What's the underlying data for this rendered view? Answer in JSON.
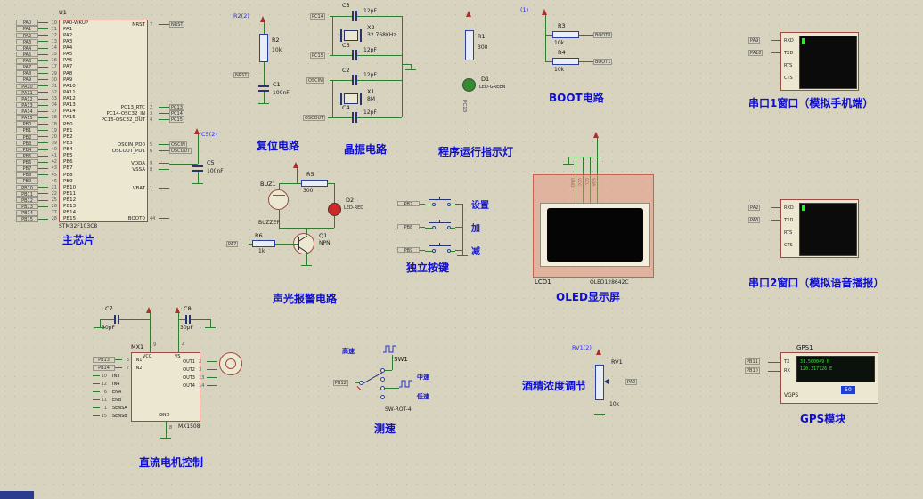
{
  "main_chip": {
    "ref": "U1",
    "part": "STM32F103C8",
    "caption": "主芯片",
    "left_pins": [
      {
        "term": "PA0",
        "num": "10",
        "name": "PA0-WKUP"
      },
      {
        "term": "PA1",
        "num": "11",
        "name": "PA1"
      },
      {
        "term": "PA2",
        "num": "12",
        "name": "PA2"
      },
      {
        "term": "PA3",
        "num": "13",
        "name": "PA3"
      },
      {
        "term": "PA4",
        "num": "14",
        "name": "PA4"
      },
      {
        "term": "PA5",
        "num": "15",
        "name": "PA5"
      },
      {
        "term": "PA6",
        "num": "16",
        "name": "PA6"
      },
      {
        "term": "PA7",
        "num": "17",
        "name": "PA7"
      },
      {
        "term": "PA8",
        "num": "29",
        "name": "PA8"
      },
      {
        "term": "PA9",
        "num": "30",
        "name": "PA9"
      },
      {
        "term": "PA10",
        "num": "31",
        "name": "PA10"
      },
      {
        "term": "PA11",
        "num": "32",
        "name": "PA11"
      },
      {
        "term": "PA12",
        "num": "33",
        "name": "PA12"
      },
      {
        "term": "PA13",
        "num": "34",
        "name": "PA13"
      },
      {
        "term": "PA14",
        "num": "37",
        "name": "PA14"
      },
      {
        "term": "PA15",
        "num": "38",
        "name": "PA15"
      },
      {
        "term": "PB0",
        "num": "18",
        "name": "PB0"
      },
      {
        "term": "PB1",
        "num": "19",
        "name": "PB1"
      },
      {
        "term": "PB2",
        "num": "20",
        "name": "PB2"
      },
      {
        "term": "PB3",
        "num": "39",
        "name": "PB3"
      },
      {
        "term": "PB4",
        "num": "40",
        "name": "PB4"
      },
      {
        "term": "PB5",
        "num": "41",
        "name": "PB5"
      },
      {
        "term": "PB6",
        "num": "42",
        "name": "PB6"
      },
      {
        "term": "PB7",
        "num": "43",
        "name": "PB7"
      },
      {
        "term": "PB8",
        "num": "45",
        "name": "PB8"
      },
      {
        "term": "PB9",
        "num": "46",
        "name": "PB9"
      },
      {
        "term": "PB10",
        "num": "21",
        "name": "PB10"
      },
      {
        "term": "PB11",
        "num": "22",
        "name": "PB11"
      },
      {
        "term": "PB12",
        "num": "25",
        "name": "PB12"
      },
      {
        "term": "PB13",
        "num": "26",
        "name": "PB13"
      },
      {
        "term": "PB14",
        "num": "27",
        "name": "PB14"
      },
      {
        "term": "PB15",
        "num": "28",
        "name": "PB15"
      }
    ],
    "right_pins": [
      {
        "name": "NRST",
        "num": "7",
        "ext": "NRST"
      },
      {
        "name": "PC13_RTC",
        "num": "2",
        "ext": "PC13"
      },
      {
        "name": "PC14-OSC32_IN",
        "num": "3",
        "ext": "PC14"
      },
      {
        "name": "PC15-OSC32_OUT",
        "num": "4",
        "ext": "PC15"
      },
      {
        "name": "OSCIN_PD0",
        "num": "5",
        "ext": "OSCIN"
      },
      {
        "name": "OSCOUT_PD1",
        "num": "6",
        "ext": "OSCOUT"
      },
      {
        "name": "VDDA",
        "num": "9",
        "ext": ""
      },
      {
        "name": "VSSA",
        "num": "8",
        "ext": ""
      },
      {
        "name": "VBAT",
        "num": "1",
        "ext": ""
      },
      {
        "name": "BOOT0",
        "num": "44",
        "ext": ""
      }
    ],
    "c5": {
      "ref": "C5",
      "value": "100nF",
      "net": "C5(2)"
    }
  },
  "reset": {
    "caption": "复位电路",
    "net": "R2(2)",
    "nrst": "NRST",
    "r2": {
      "ref": "R2",
      "value": "10k"
    },
    "c1": {
      "ref": "C1",
      "value": "100nF"
    }
  },
  "crystal": {
    "caption": "晶振电路",
    "pc14": "PC14",
    "pc15": "PC15",
    "oscin": "OSCIN",
    "oscout": "OSCOUT",
    "x2": {
      "ref": "X2",
      "value": "32.768KHz"
    },
    "x1": {
      "ref": "X1",
      "value": "8M"
    },
    "c3": {
      "ref": "C3",
      "value": "12pF"
    },
    "c6": {
      "ref": "C6",
      "value": "12pF"
    },
    "c2": {
      "ref": "C2",
      "value": "12pF"
    },
    "c4": {
      "ref": "C4",
      "value": "12pF"
    }
  },
  "indicator": {
    "caption": "程序运行指示灯",
    "net": "PC13",
    "r1": {
      "ref": "R1",
      "value": "300"
    },
    "d1": {
      "ref": "D1",
      "value": "LED-GREEN"
    }
  },
  "boot": {
    "caption": "BOOT电路",
    "net": "(1)",
    "r3": {
      "ref": "R3",
      "value": "10k"
    },
    "r4": {
      "ref": "R4",
      "value": "10k"
    },
    "boot0": "BOOT0",
    "boot1": "BOOT1"
  },
  "serial1": {
    "caption": "串口1窗口（模拟手机端）",
    "pins": [
      "RXD",
      "TXD",
      "RTS",
      "CTS"
    ],
    "terms": [
      "PA9",
      "PA10"
    ]
  },
  "serial2": {
    "caption": "串口2窗口（模拟语音播报）",
    "pins": [
      "RXD",
      "TXD",
      "RTS",
      "CTS"
    ],
    "terms": [
      "PA2",
      "PA3"
    ]
  },
  "alarm": {
    "caption": "声光报警电路",
    "term": "PA7",
    "r5": {
      "ref": "R5",
      "value": "300"
    },
    "r6": {
      "ref": "R6",
      "value": "1k"
    },
    "buz": {
      "ref": "BUZ1",
      "value": "BUZZER"
    },
    "d2": {
      "ref": "D2",
      "value": "LED-RED"
    },
    "q1": {
      "ref": "Q1",
      "value": "NPN"
    }
  },
  "keys": {
    "caption": "独立按键",
    "items": [
      {
        "term": "PB7",
        "label": "设置"
      },
      {
        "term": "PB8",
        "label": "加"
      },
      {
        "term": "PB9",
        "label": "减"
      }
    ]
  },
  "oled": {
    "caption": "OLED显示屏",
    "ref": "LCD1",
    "part": "OLED128642C",
    "pins": [
      "GND",
      "VCC",
      "SCL",
      "SDA"
    ]
  },
  "motor": {
    "caption": "直流电机控制",
    "ref": "MX1",
    "part": "MX1508",
    "c7": {
      "ref": "C7",
      "value": "30pF"
    },
    "c8": {
      "ref": "C8",
      "value": "30pF"
    },
    "top_pins": [
      {
        "name": "VCC",
        "num": "9"
      },
      {
        "name": "VS",
        "num": "4"
      }
    ],
    "left_pins": [
      {
        "term": "PB13",
        "num": "5",
        "name": "IN1"
      },
      {
        "term": "PB14",
        "num": "7",
        "name": "IN2"
      },
      {
        "term": "",
        "num": "10",
        "name": "IN3"
      },
      {
        "term": "",
        "num": "12",
        "name": "IN4"
      },
      {
        "term": "",
        "num": "6",
        "name": "ENA"
      },
      {
        "term": "",
        "num": "11",
        "name": "ENB"
      },
      {
        "term": "",
        "num": "1",
        "name": "SENSA"
      },
      {
        "term": "",
        "num": "15",
        "name": "SENSB"
      }
    ],
    "right_pins": [
      {
        "name": "OUT1",
        "num": "2"
      },
      {
        "name": "OUT2",
        "num": "3"
      },
      {
        "name": "OUT3",
        "num": "13"
      },
      {
        "name": "OUT4",
        "num": "14"
      }
    ],
    "bottom_pin": {
      "name": "GND",
      "num": "8"
    }
  },
  "speed": {
    "caption": "测速",
    "ref": "SW1",
    "part": "SW-ROT-4",
    "term": "PB12",
    "labels": [
      "高速",
      "中速",
      "低速"
    ]
  },
  "alcohol": {
    "caption": "酒精浓度调节",
    "net": "RV1(2)",
    "ref": "RV1",
    "value": "10k",
    "term": "PA0"
  },
  "gps": {
    "caption": "GPS模块",
    "ref": "GPS1",
    "pins": [
      "TX",
      "RX"
    ],
    "terms": [
      "PB11",
      "PB10"
    ],
    "screen_line1": "31.500049 N",
    "screen_line2": "120.317726 E",
    "badge": "50",
    "label": "VGPS"
  }
}
